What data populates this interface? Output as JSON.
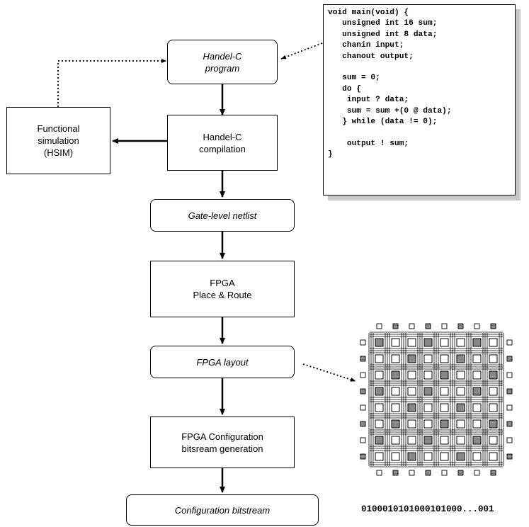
{
  "flow": {
    "program": [
      "Handel-C",
      "program"
    ],
    "compilation": [
      "Handel-C",
      "compilation"
    ],
    "simulation": [
      "Functional",
      "simulation",
      "(HSIM)"
    ],
    "netlist": "Gate-level netlist",
    "place_route": [
      "FPGA",
      "Place & Route"
    ],
    "layout": "FPGA layout",
    "bitgen": [
      "FPGA Configuration",
      "bitsream generation"
    ],
    "bitstream": "Configuration bitstream"
  },
  "code_lines": [
    "void main(void) {",
    "   unsigned int 16 sum;",
    "   unsigned int 8 data;",
    "   chanin input;",
    "   chanout output;",
    "",
    "   sum = 0;",
    "   do {",
    "    input ? data;",
    "    sum = sum +(0 @ data);",
    "   } while (data != 0);",
    "",
    "    output ! sum;",
    "}"
  ],
  "bitstream_example": "0100010101000101000...001"
}
